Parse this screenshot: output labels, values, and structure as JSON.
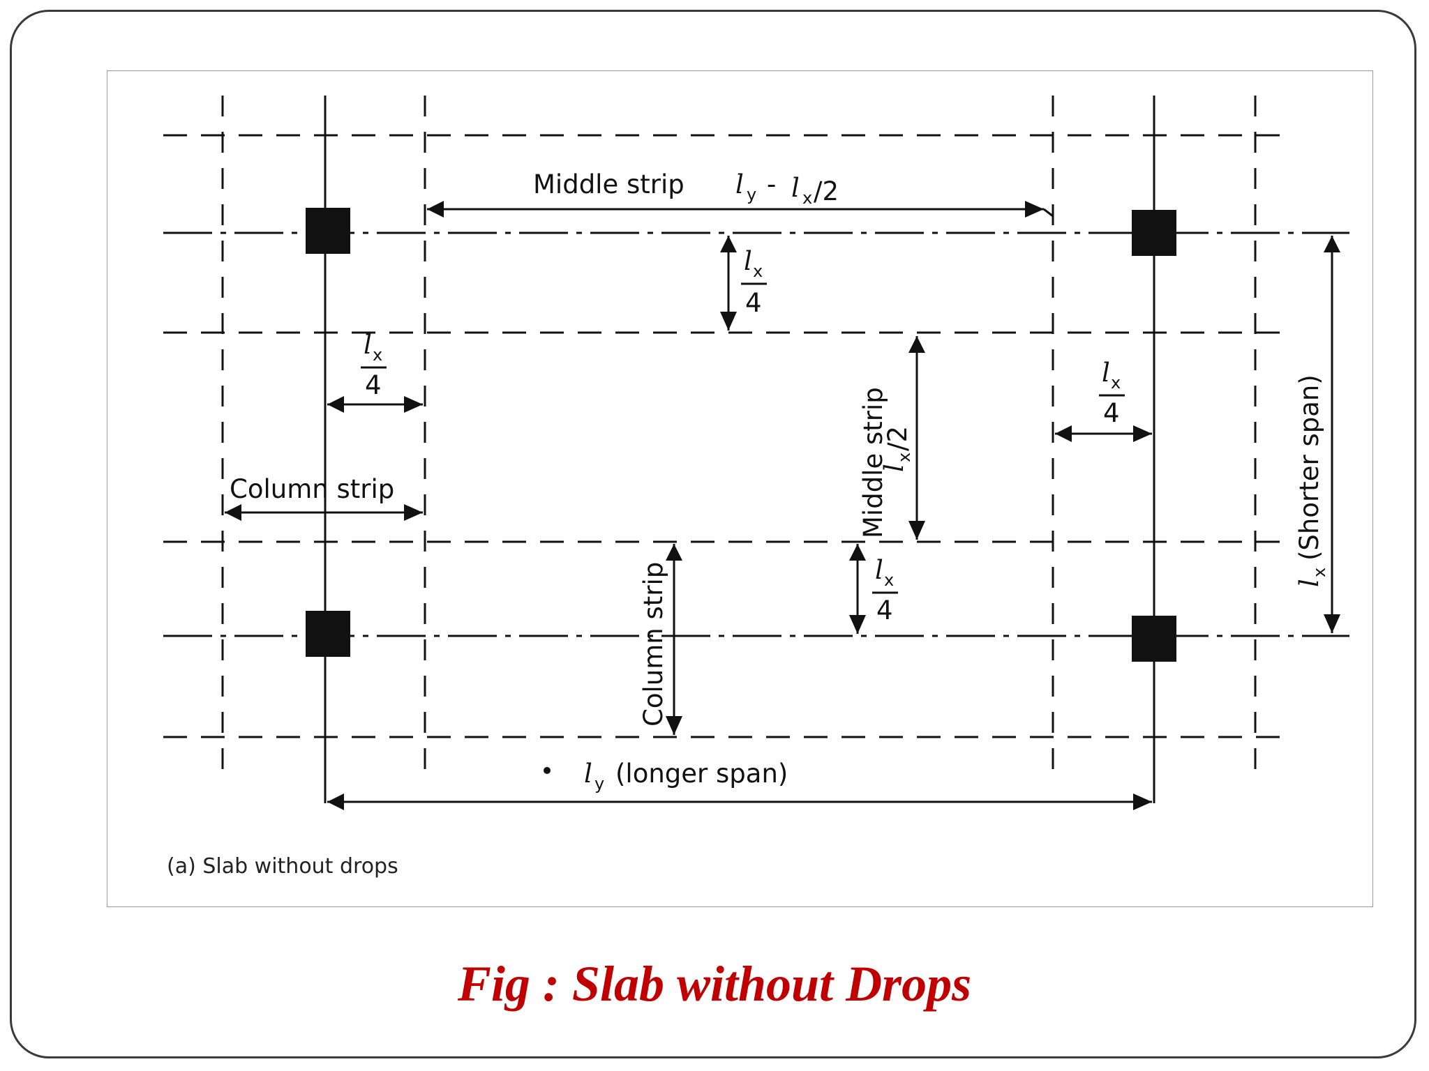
{
  "diagram": {
    "labels": {
      "middle_strip_top": "Middle strip",
      "middle_strip_top_formula": "l",
      "lx4_a": "l",
      "lx4_b": "l",
      "lx4_c": "l",
      "lx4_d": "l",
      "column_strip_h": "Column strip",
      "middle_strip_v": "Middle strip",
      "middle_strip_v_formula": "l",
      "column_strip_v": "Column strip",
      "shorter_span": "(Shorter span)",
      "shorter_span_symbol": "l",
      "longer_span": "(longer  span)",
      "longer_span_symbol": "l",
      "sub_x": "x",
      "sub_y": "y",
      "quarter_denominator": "4",
      "half_suffix": "/2",
      "dash": "-"
    },
    "figure_caption": "(a) Slab without drops"
  },
  "slide": {
    "caption": "Fig : Slab without Drops"
  },
  "colors": {
    "caption_red": "#c00000",
    "line": "#111111"
  }
}
